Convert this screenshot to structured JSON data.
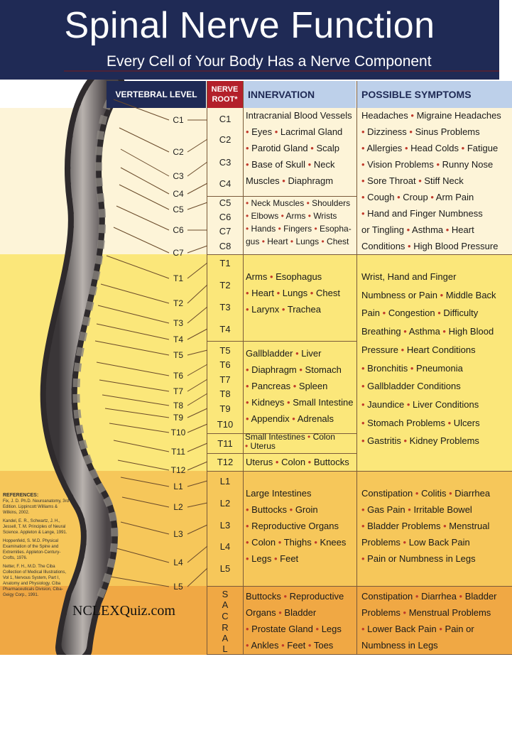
{
  "header": {
    "title": "Spinal Nerve Function",
    "subtitle": "Every Cell of Your Body Has a Nerve Component"
  },
  "columns": {
    "vertebral_level": "VERTEBRAL LEVEL",
    "nerve_root_line1": "NERVE",
    "nerve_root_line2": "ROOT*",
    "innervation": "INNERVATION",
    "symptoms": "POSSIBLE SYMPTOMS"
  },
  "vertebral_levels": [
    "C1",
    "C2",
    "C3",
    "C4",
    "C5",
    "C6",
    "C7",
    "T1",
    "T2",
    "T3",
    "T4",
    "T5",
    "T6",
    "T7",
    "T8",
    "T9",
    "T10",
    "T11",
    "T12",
    "L1",
    "L2",
    "L3",
    "L4",
    "L5"
  ],
  "nerve_roots": [
    "C1",
    "C2",
    "C3",
    "C4",
    "C5",
    "C6",
    "C7",
    "C8",
    "T1",
    "T2",
    "T3",
    "T4",
    "T5",
    "T6",
    "T7",
    "T8",
    "T9",
    "T10",
    "T11",
    "T12",
    "L1",
    "L2",
    "L3",
    "L4",
    "L5",
    "S",
    "A",
    "C",
    "R",
    "A",
    "L"
  ],
  "groups": [
    {
      "innervation": [
        "Intracranial Blood Vessels",
        "• Eyes • Lacrimal Gland",
        "• Parotid Gland • Scalp",
        "• Base of Skull • Neck",
        "Muscles • Diaphragm"
      ],
      "symptoms": [
        "Headaches • Migraine Headaches",
        "• Dizziness • Sinus Problems",
        "• Allergies • Head Colds • Fatigue",
        "• Vision Problems • Runny Nose",
        "• Sore Throat • Stiff Neck",
        "• Cough • Croup • Arm Pain",
        "• Hand and Finger Numbness",
        "or Tingling • Asthma • Heart",
        "Conditions • High Blood Pressure"
      ]
    },
    {
      "innervation": [
        "• Neck Muscles • Shoulders",
        "• Elbows • Arms • Wrists",
        "• Hands • Fingers • Esopha-",
        "gus • Heart • Lungs • Chest"
      ]
    },
    {
      "innervation": [
        "Arms • Esophagus",
        "• Heart • Lungs • Chest",
        "• Larynx • Trachea"
      ],
      "symptoms": [
        "Wrist, Hand and Finger",
        "Numbness or Pain • Middle Back",
        "Pain • Congestion • Difficulty",
        "Breathing • Asthma • High Blood",
        "Pressure • Heart Conditions",
        "• Bronchitis • Pneumonia",
        "• Gallbladder Conditions",
        "• Jaundice • Liver Conditions",
        "• Stomach Problems • Ulcers",
        "• Gastritis • Kidney Problems"
      ]
    },
    {
      "innervation": [
        "Gallbladder • Liver",
        "• Diaphragm • Stomach",
        "• Pancreas • Spleen",
        "• Kidneys • Small Intestine",
        "• Appendix • Adrenals"
      ]
    },
    {
      "innervation": [
        "Small Intestines • Colon",
        "• Uterus"
      ]
    },
    {
      "innervation": [
        "Uterus • Colon • Buttocks"
      ]
    },
    {
      "innervation": [
        "Large Intestines",
        "• Buttocks • Groin",
        "• Reproductive Organs",
        "• Colon • Thighs • Knees",
        "• Legs • Feet"
      ],
      "symptoms": [
        "Constipation • Colitis • Diarrhea",
        "• Gas Pain • Irritable Bowel",
        "• Bladder Problems • Menstrual",
        "Problems • Low Back Pain",
        "• Pain or Numbness in Legs"
      ]
    },
    {
      "innervation": [
        "Buttocks • Reproductive",
        "Organs • Bladder",
        "• Prostate Gland • Legs",
        "• Ankles • Feet • Toes"
      ],
      "symptoms": [
        "Constipation • Diarrhea • Bladder",
        "Problems • Menstrual Problems",
        "• Lower Back Pain • Pain or",
        "Numbness in Legs"
      ]
    }
  ],
  "references": {
    "heading": "REFERENCES:",
    "items": [
      "Fix, J. D. Ph.D. Neuroanatomy, 3rd Edition. Lippincott Williams & Wilkins, 2002.",
      "Kandel, E. R., Schwartz, J. H., Jessell, T. M. Principles of Neural Science. Appleton & Lange, 1991.",
      "Hoppenfeld, S. M.D. Physical Examination of the Spine and Extremities. Appleton-Century-Crofts, 1976.",
      "Netter, F. H., M.D. The Ciba Collection of Medical Illustrations, Vol 1, Nervous System, Part I, Anatomy and Physiology. Ciba Pharmaceuticals Division, Ciba-Geigy Corp., 1991."
    ]
  },
  "watermark": "NCLEXQuiz.com",
  "colors": {
    "header_bg": "#1f2a55",
    "band_cervical": "#fdf4d8",
    "band_thoracic": "#fbe77a",
    "band_lumbar": "#f6c75a",
    "band_sacral": "#f0a844",
    "bullet": "#c0392b"
  }
}
